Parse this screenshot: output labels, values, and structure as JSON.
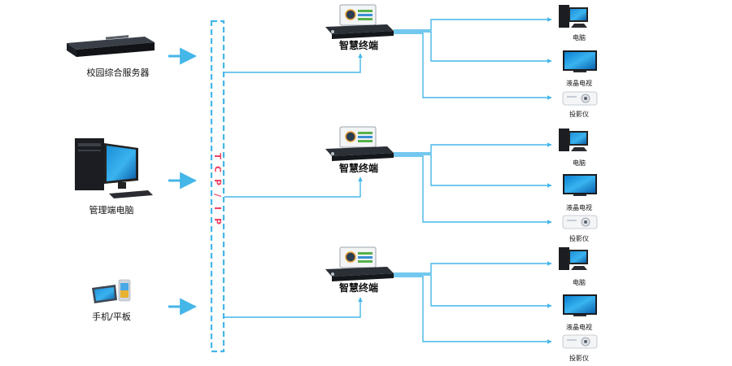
{
  "sources": [
    {
      "label": "校园综合服务器",
      "icon": "server-icon"
    },
    {
      "label": "管理端电脑",
      "icon": "desktop-computer-icon"
    },
    {
      "label": "手机/平板",
      "icon": "phone-tablet-icon"
    }
  ],
  "network": {
    "letters": [
      "T",
      "C",
      "P",
      "/",
      "I",
      "P"
    ]
  },
  "terminals": [
    {
      "label": "智慧终端",
      "outputs": [
        "电脑",
        "液晶电视",
        "投影仪"
      ]
    },
    {
      "label": "智慧终端",
      "outputs": [
        "电脑",
        "液晶电视",
        "投影仪"
      ]
    },
    {
      "label": "智慧终端",
      "outputs": [
        "电脑",
        "液晶电视",
        "投影仪"
      ]
    }
  ],
  "colors": {
    "line": "#45b6e8",
    "bus_text": "#ee4466"
  }
}
